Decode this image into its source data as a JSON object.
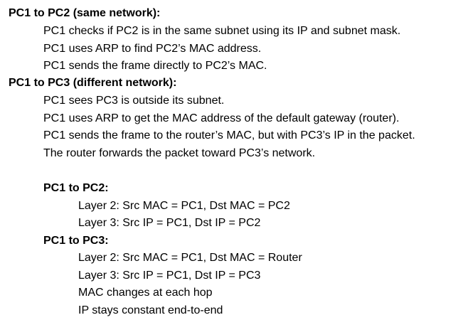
{
  "section1": {
    "heading": "PC1 to PC2 (same network):",
    "lines": [
      "PC1 checks if PC2 is in the same subnet using its IP and subnet mask.",
      "PC1 uses ARP to find PC2’s MAC address.",
      "PC1 sends the frame directly to PC2’s MAC."
    ]
  },
  "section2": {
    "heading": "PC1 to PC3 (different network):",
    "lines": [
      "PC1 sees PC3 is outside its subnet.",
      "PC1 uses ARP to get the MAC address of the default gateway (router).",
      "PC1 sends the frame to the router’s MAC, but with PC3’s IP in the packet.",
      "The router forwards the packet toward PC3’s network."
    ]
  },
  "summary_pc2": {
    "heading": "PC1 to PC2:",
    "lines": [
      "Layer 2: Src MAC = PC1, Dst MAC = PC2",
      "Layer 3: Src IP = PC1, Dst IP = PC2"
    ]
  },
  "summary_pc3": {
    "heading": "PC1 to PC3:",
    "lines": [
      "Layer 2: Src MAC = PC1, Dst MAC = Router",
      "Layer 3: Src IP = PC1, Dst IP = PC3",
      "MAC changes at each hop",
      "IP stays constant end-to-end"
    ]
  }
}
